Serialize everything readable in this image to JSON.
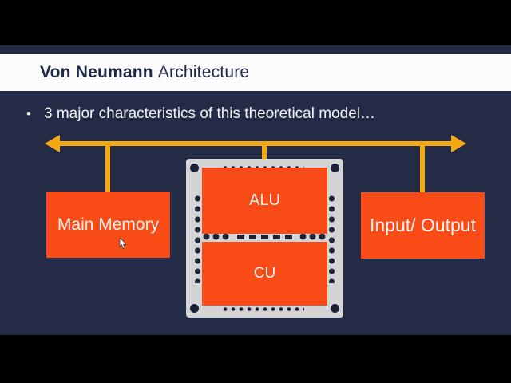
{
  "slide": {
    "title_bold": "Von Neumann",
    "title_regular": "Architecture",
    "bullet_marker": "•",
    "bullet_text": "3 major characteristics of this theoretical model…",
    "diagram": {
      "main_memory_label": "Main Memory",
      "alu_label": "ALU",
      "cu_label": "CU",
      "io_label": "Input/ Output"
    }
  },
  "colors": {
    "bg_black": "#000000",
    "slide_navy": "#232b47",
    "title_bar_white": "#fbfbfc",
    "title_text_navy": "#1d2748",
    "bus_yellow": "#f5a80f",
    "box_orange": "#f84b15",
    "chip_gray": "#d4d4d6",
    "pin_navy": "#1c2238",
    "body_text_white": "#f2f2f2"
  }
}
